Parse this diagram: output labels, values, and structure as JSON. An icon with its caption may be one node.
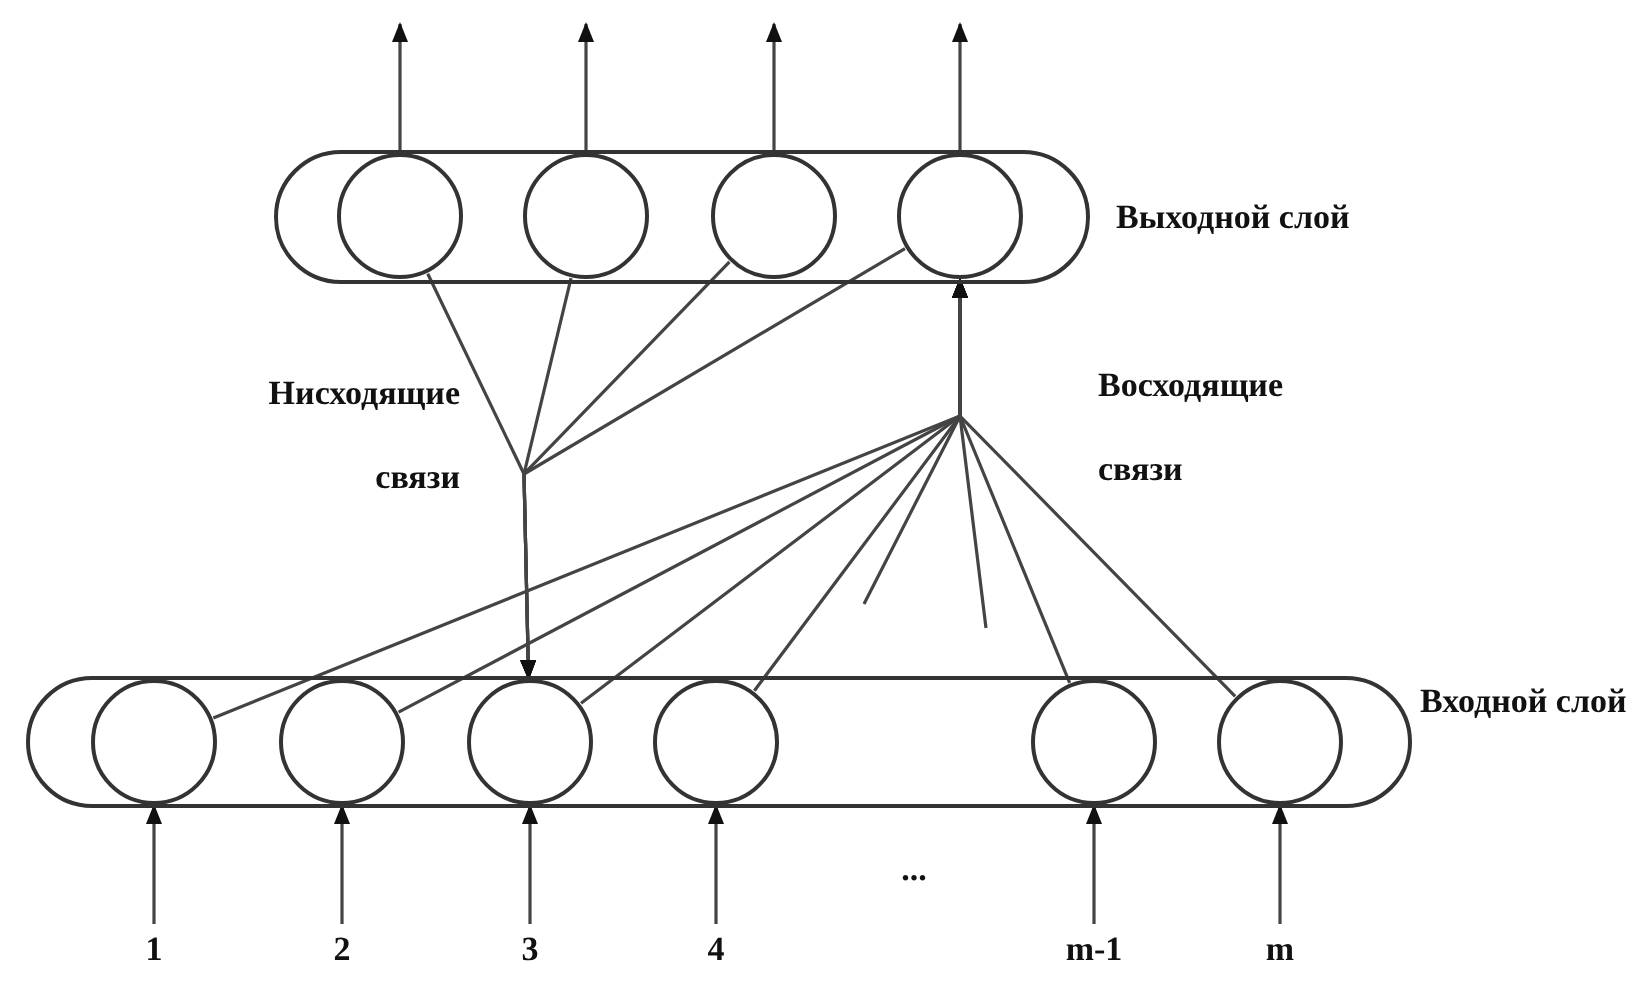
{
  "diagram": {
    "nodes": [
      {
        "text": [],
        "shape": "cylinder",
        "beside": [
          "Выходной слой"
        ]
      },
      {
        "text": [],
        "shape": "circle",
        "in": 0
      },
      {
        "text": [],
        "shape": "circle",
        "in": 0
      },
      {
        "text": [],
        "shape": "circle",
        "in": 0
      },
      {
        "text": [],
        "shape": "circle",
        "in": 0
      },
      {
        "text": [],
        "shape": "cylinder",
        "beside": [
          "Входной слой"
        ]
      },
      {
        "text": [],
        "shape": "circle",
        "in": 5
      },
      {
        "text": [],
        "shape": "circle",
        "in": 5
      },
      {
        "text": [],
        "shape": "circle",
        "in": 5
      },
      {
        "text": [],
        "shape": "circle",
        "in": 5
      },
      {
        "text": [],
        "shape": "circle",
        "in": 5
      },
      {
        "text": [],
        "shape": "circle",
        "in": 5
      },
      {
        "text": [
          "1"
        ]
      },
      {
        "text": [
          "2"
        ]
      },
      {
        "text": [
          "3"
        ]
      },
      {
        "text": [
          "4"
        ]
      },
      {
        "text": [
          "m-1"
        ]
      },
      {
        "text": [
          "m"
        ]
      }
    ],
    "edges": [
      {
        "from": 1,
        "to": null,
        "arrow": "to"
      },
      {
        "from": 2,
        "to": null,
        "arrow": "to"
      },
      {
        "from": 3,
        "to": null,
        "arrow": "to"
      },
      {
        "from": 4,
        "to": null,
        "arrow": "to"
      },
      {
        "from": 1,
        "to": 8,
        "arrow": "to"
      },
      {
        "from": 2,
        "to": 8,
        "arrow": "to"
      },
      {
        "from": 3,
        "to": 8,
        "arrow": "to"
      },
      {
        "from": 4,
        "to": 8,
        "arrow": "to"
      },
      {
        "from": 6,
        "to": 4,
        "arrow": "to"
      },
      {
        "from": 7,
        "to": 4,
        "arrow": "to"
      },
      {
        "from": 8,
        "to": 4,
        "arrow": "to"
      },
      {
        "from": 9,
        "to": 4,
        "arrow": "to"
      },
      {
        "from": 10,
        "to": 4,
        "arrow": "to"
      },
      {
        "from": 11,
        "to": 4,
        "arrow": "to"
      },
      {
        "from": null,
        "to": 4,
        "arrow": "to"
      },
      {
        "from": null,
        "to": 4,
        "arrow": "to"
      },
      {
        "from": 12,
        "to": 6,
        "arrow": "to"
      },
      {
        "from": 13,
        "to": 7,
        "arrow": "to"
      },
      {
        "from": 14,
        "to": 8,
        "arrow": "to"
      },
      {
        "from": 15,
        "to": 9,
        "arrow": "to"
      },
      {
        "from": 16,
        "to": 10,
        "arrow": "to"
      },
      {
        "from": 17,
        "to": 11,
        "arrow": "to"
      }
    ],
    "labels": [
      "Нисходящие связи",
      "Восходящие связи",
      "..."
    ]
  }
}
